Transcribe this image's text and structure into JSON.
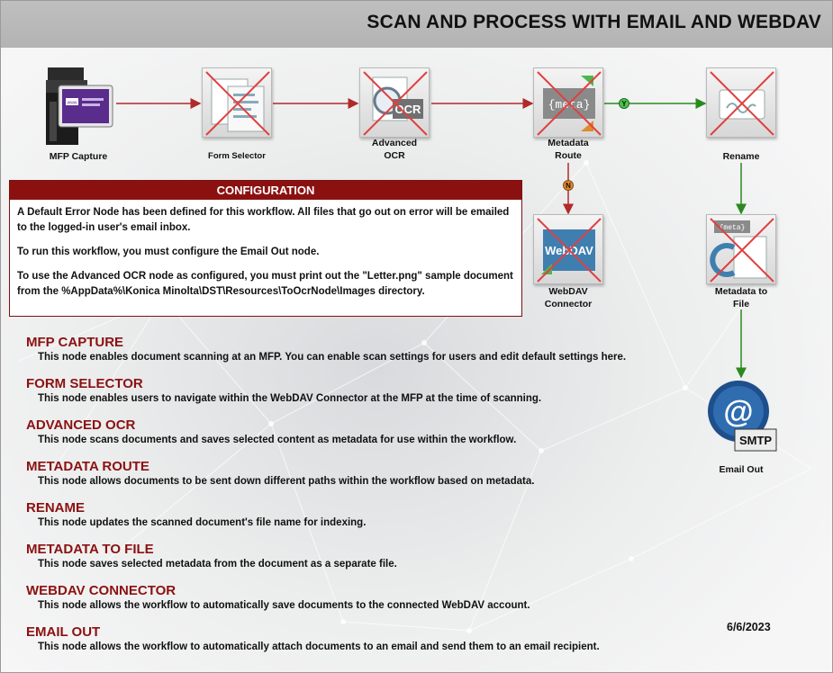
{
  "title": "SCAN AND PROCESS WITH EMAIL AND WEBDAV",
  "nodes": {
    "mfp_capture": "MFP Capture",
    "form_selector": "Form Selector",
    "advanced_ocr": "Advanced\nOCR",
    "metadata_route": "Metadata\nRoute",
    "rename": "Rename",
    "webdav_connector": "WebDAV\nConnector",
    "metadata_to_file": "Metadata to\nFile",
    "email_out": "Email Out"
  },
  "icon_texts": {
    "www": "www",
    "ocr": "OCR",
    "meta": "{meta}",
    "webdav": "WebDAV",
    "smtp": "SMTP",
    "at": "@"
  },
  "route_labels": {
    "yes": "Y",
    "no": "N"
  },
  "config": {
    "heading": "CONFIGURATION",
    "paragraphs": [
      "A Default Error Node has been defined for this workflow. All files that go out on error will be emailed to the logged-in user's email inbox.",
      "To run this workflow, you must configure the Email Out node.",
      "To use the Advanced OCR node as configured, you must print out the \"Letter.png\" sample document from the %AppData%\\Konica Minolta\\DST\\Resources\\ToOcrNode\\Images directory."
    ]
  },
  "descriptions": [
    {
      "title": "MFP CAPTURE",
      "text": "This node enables document scanning at an MFP. You can enable scan settings for users and edit default settings here."
    },
    {
      "title": "FORM SELECTOR",
      "text": "This node enables users to navigate within the WebDAV Connector at the MFP at the time of scanning."
    },
    {
      "title": "ADVANCED OCR",
      "text": "This node scans documents and saves selected content as metadata for use within the workflow."
    },
    {
      "title": "METADATA ROUTE",
      "text": "This node allows documents to be sent down different paths within the workflow based on metadata."
    },
    {
      "title": "RENAME",
      "text": "This node updates the scanned document's file name for indexing."
    },
    {
      "title": "METADATA TO FILE",
      "text": "This node saves selected metadata from the document as a separate file."
    },
    {
      "title": "WEBDAV CONNECTOR",
      "text": "This node allows the workflow to automatically save documents to the connected WebDAV account."
    },
    {
      "title": "EMAIL OUT",
      "text": "This node allows the workflow to automatically attach documents to an email and send them to an email recipient."
    }
  ],
  "date": "6/6/2023",
  "colors": {
    "brand_red": "#8b1111",
    "edge_red": "#b02a2a",
    "edge_green": "#2a8a1e",
    "cross_red": "#e04040"
  }
}
